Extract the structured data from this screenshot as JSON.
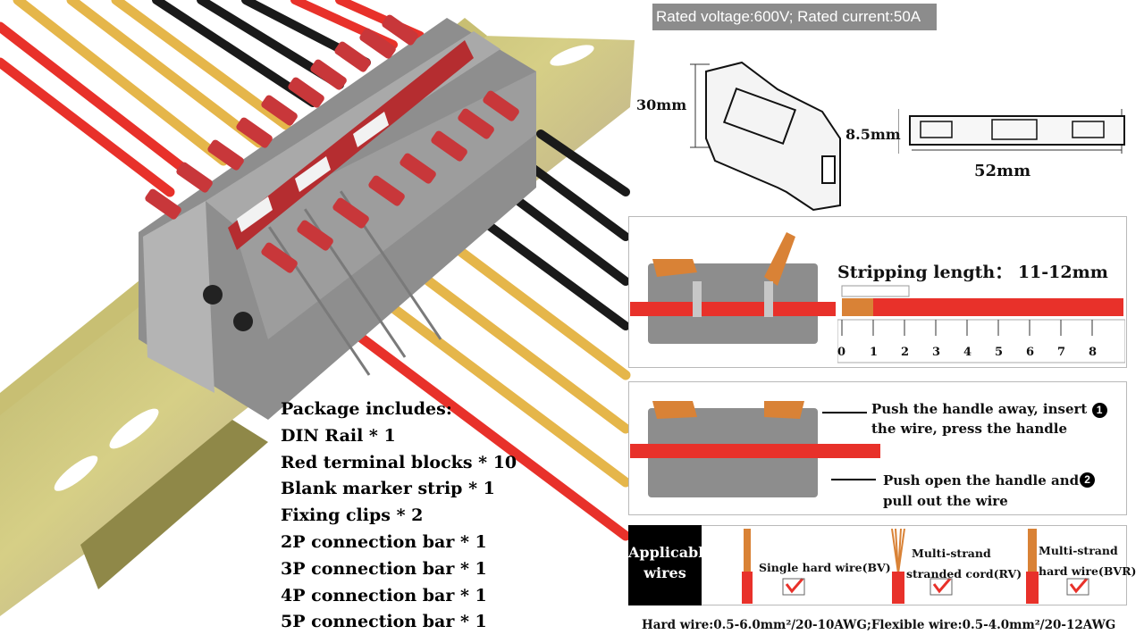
{
  "rated": "Rated voltage:600V; Rated current:50A",
  "dimensions": {
    "height": "30mm",
    "depth": "8.5mm",
    "length": "52mm"
  },
  "stripping": {
    "label": "Stripping length： 11-12mm",
    "ruler_ticks": [
      "0",
      "1",
      "2",
      "3",
      "4",
      "5",
      "6",
      "7",
      "8"
    ]
  },
  "steps": [
    {
      "badge": "1",
      "line1": "Push the handle away, insert",
      "line2": "the wire, press the handle"
    },
    {
      "badge": "2",
      "line1": "Push open the handle and",
      "line2": "pull out the wire"
    }
  ],
  "package": {
    "title": "Package includes:",
    "items": [
      "DIN Rail * 1",
      "Red terminal blocks * 10",
      "Blank marker strip * 1",
      "Fixing clips * 2",
      "2P connection bar * 1",
      "3P connection bar * 1",
      "4P connection bar * 1",
      "5P connection bar * 1"
    ]
  },
  "wires": {
    "applicable": [
      "Applicable",
      "wires"
    ],
    "single": "Single hard wire(BV)",
    "stranded": [
      "Multi-strand",
      "stranded cord(RV)"
    ],
    "hard": [
      "Multi-strand",
      "hard wire(BVR)"
    ]
  },
  "footer": "Hard wire:0.5-6.0mm²/20-10AWG;Flexible wire:0.5-4.0mm²/20-12AWG",
  "colors": {
    "red": "#e8312a",
    "yellow": "#e5b64a",
    "black": "#1a1a1a",
    "grey": "#9a9a9a",
    "handle_red": "#c8373a",
    "orange": "#d98236",
    "rail": "#b9b262"
  }
}
